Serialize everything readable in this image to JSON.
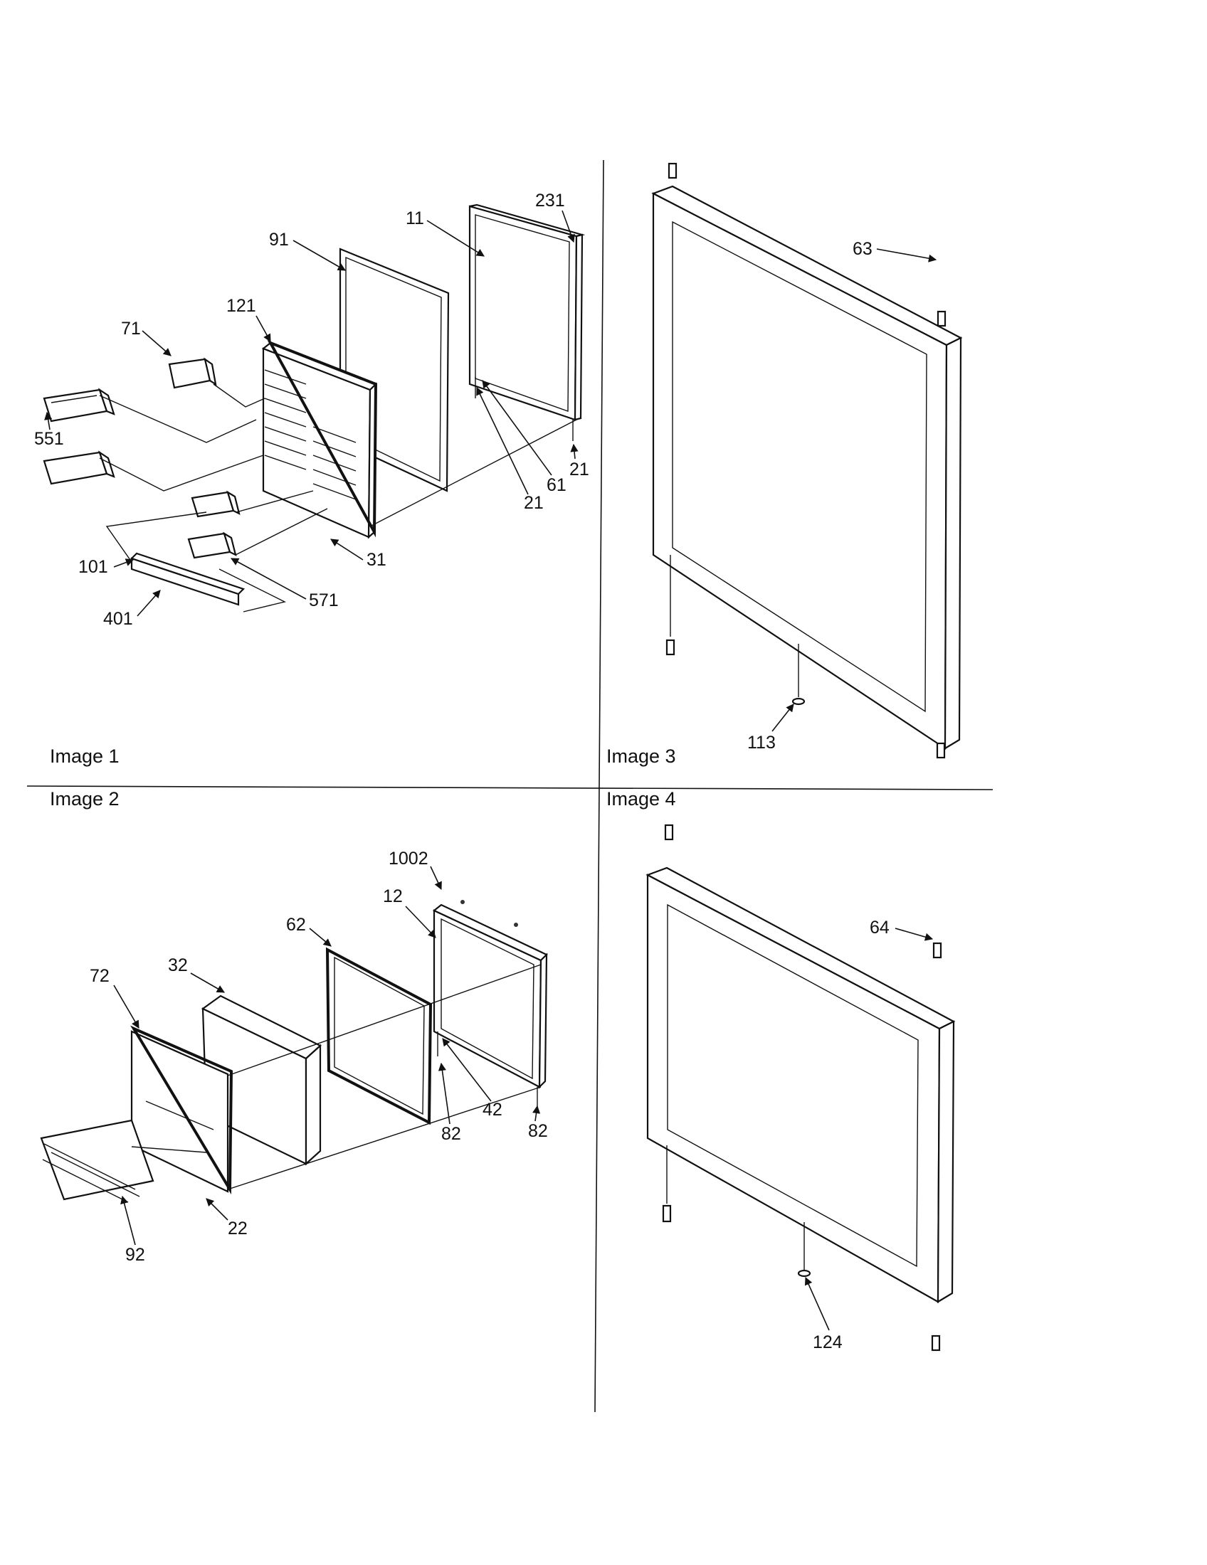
{
  "panels": [
    {
      "title": "Image 1",
      "callouts": [
        "231",
        "91",
        "11",
        "121",
        "71",
        "551",
        "21",
        "61",
        "21",
        "31",
        "101",
        "571",
        "401"
      ]
    },
    {
      "title": "Image 2",
      "callouts": [
        "1002",
        "12",
        "62",
        "72",
        "32",
        "42",
        "82",
        "82",
        "22",
        "92"
      ]
    },
    {
      "title": "Image 3",
      "callouts": [
        "63",
        "113"
      ]
    },
    {
      "title": "Image 4",
      "callouts": [
        "64",
        "124"
      ]
    }
  ]
}
